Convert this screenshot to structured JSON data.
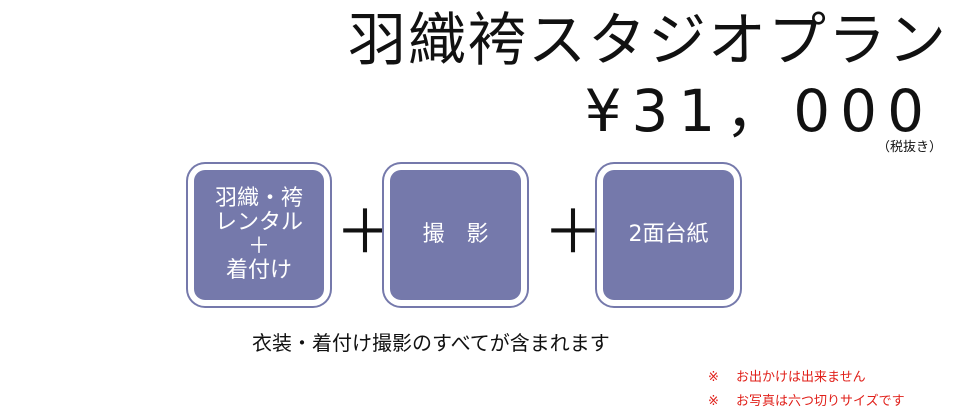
{
  "header": {
    "title": "羽織袴スタジオプラン",
    "price": "¥31，000",
    "tax_note": "（税抜き）"
  },
  "plan_boxes": [
    {
      "lines": [
        "羽織・袴",
        "レンタル",
        "＋",
        "着付け"
      ]
    },
    {
      "label": "撮　影"
    },
    {
      "label": "2面台紙"
    }
  ],
  "operators": {
    "plus": "＋"
  },
  "caption": "衣装・着付け撮影のすべてが含まれます",
  "notes": [
    {
      "mark": "※",
      "text": "お出かけは出来ません"
    },
    {
      "mark": "※",
      "text": "お写真は六つ切りサイズです"
    }
  ],
  "colors": {
    "box": "#7579ab",
    "note_text": "#e0201a"
  }
}
